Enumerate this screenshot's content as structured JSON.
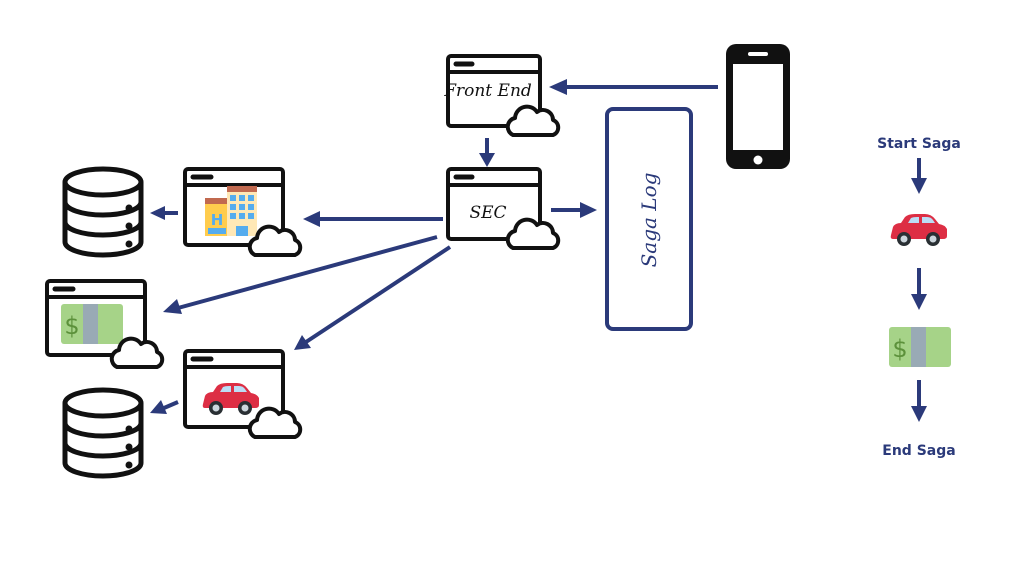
{
  "diagram": {
    "title": "Saga pattern with Saga Execution Coordinator",
    "nodes": {
      "front_end": {
        "label": "Front End",
        "type": "cloud-service"
      },
      "sec": {
        "label": "SEC",
        "type": "cloud-service"
      },
      "saga_log": {
        "label": "Saga Log",
        "type": "log-store"
      },
      "mobile_client": {
        "label": "",
        "type": "smartphone"
      },
      "hotel_service": {
        "label": "",
        "icon": "hotel-icon",
        "type": "cloud-service"
      },
      "payment_service": {
        "label": "",
        "icon": "money-icon",
        "type": "cloud-service"
      },
      "car_service": {
        "label": "",
        "icon": "car-icon",
        "type": "cloud-service"
      },
      "hotel_db": {
        "type": "database"
      },
      "car_db": {
        "type": "database"
      }
    },
    "edges": [
      {
        "from": "mobile_client",
        "to": "front_end"
      },
      {
        "from": "front_end",
        "to": "sec"
      },
      {
        "from": "sec",
        "to": "saga_log"
      },
      {
        "from": "sec",
        "to": "hotel_service"
      },
      {
        "from": "sec",
        "to": "payment_service"
      },
      {
        "from": "sec",
        "to": "car_service"
      },
      {
        "from": "hotel_service",
        "to": "hotel_db"
      },
      {
        "from": "car_service",
        "to": "car_db"
      }
    ],
    "flow": {
      "start_label": "Start Saga",
      "steps": [
        "car-icon",
        "money-icon"
      ],
      "end_label": "End Saga"
    }
  },
  "colors": {
    "accent": "#2b3a7a",
    "outline": "#111111",
    "car_red": "#dd2e44",
    "money_green": "#a6d388",
    "money_band": "#99aab5",
    "hotel_yellow": "#ffcc4d",
    "hotel_blue": "#55acee"
  }
}
